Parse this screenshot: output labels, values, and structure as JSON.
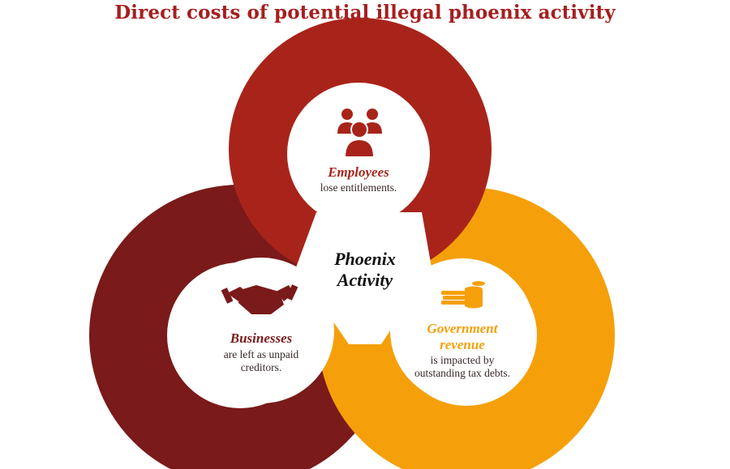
{
  "title": "Direct costs of potential illegal phoenix activity",
  "center": {
    "line1": "Phoenix",
    "line2": "Activity"
  },
  "groups": {
    "employees": {
      "heading": "Employees",
      "text": "lose entitlements.",
      "icon": "people-group-icon",
      "color": "#a8241a"
    },
    "businesses": {
      "heading": "Businesses",
      "text_line1": "are left as unpaid",
      "text_line2": "creditors.",
      "icon": "handshake-icon",
      "color": "#7a1a1a"
    },
    "government": {
      "heading_line1": "Government",
      "heading_line2": "revenue",
      "text_line1": "is impacted by",
      "text_line2": "outstanding tax debts.",
      "icon": "coins-cash-icon",
      "color": "#f5a00a"
    }
  }
}
